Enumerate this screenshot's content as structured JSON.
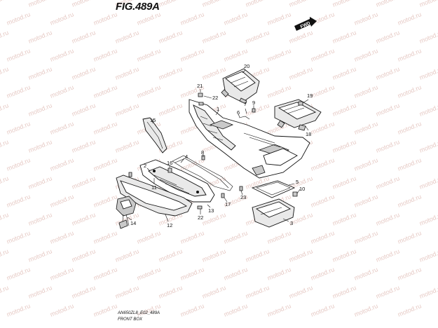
{
  "figure": {
    "title": "FIG.489A",
    "footer_code": "AN650ZL8_E02_489A",
    "footer_caption": "FRONT BOX",
    "direction_label": "FWD",
    "watermark": "motod.ru"
  },
  "callouts": [
    {
      "label": "1"
    },
    {
      "label": "2"
    },
    {
      "label": "3"
    },
    {
      "label": "4"
    },
    {
      "label": "5"
    },
    {
      "label": "6"
    },
    {
      "label": "7"
    },
    {
      "label": "8"
    },
    {
      "label": "9"
    },
    {
      "label": "10"
    },
    {
      "label": "11"
    },
    {
      "label": "12"
    },
    {
      "label": "13"
    },
    {
      "label": "14"
    },
    {
      "label": "15"
    },
    {
      "label": "16"
    },
    {
      "label": "17"
    },
    {
      "label": "18"
    },
    {
      "label": "19"
    },
    {
      "label": "20"
    },
    {
      "label": "21"
    },
    {
      "label": "22"
    },
    {
      "label": "22"
    },
    {
      "label": "23"
    }
  ]
}
